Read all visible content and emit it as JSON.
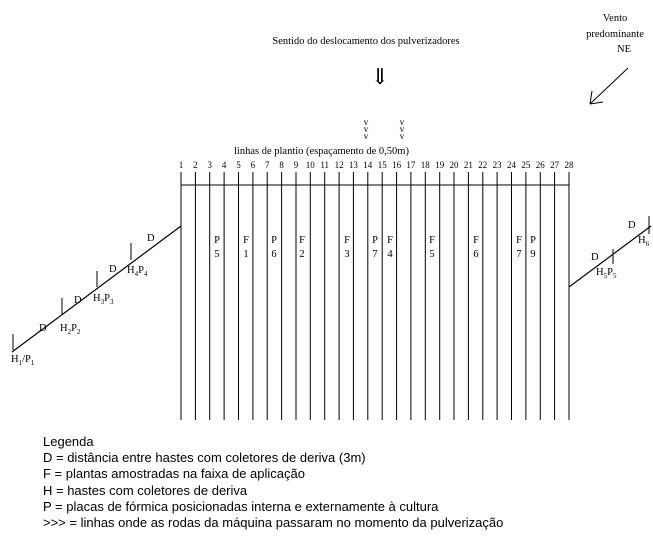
{
  "title": "Sentido do deslocamento dos pulverizadores",
  "direction_arrow": "⇓",
  "wind": {
    "line1": "Vento",
    "line2": "predominante",
    "line3": "NE"
  },
  "wheel_marker": "v",
  "rows_label": "linhas de plantio (espaçamento de 0,50m)",
  "row_numbers": [
    "1",
    "2",
    "3",
    "4",
    "5",
    "6",
    "7",
    "8",
    "9",
    "10",
    "11",
    "12",
    "13",
    "14",
    "15",
    "16",
    "17",
    "18",
    "19",
    "20",
    "21",
    "22",
    "23",
    "24",
    "25",
    "26",
    "27",
    "28"
  ],
  "plates_inside": [
    {
      "letter": "P",
      "number": "5"
    },
    {
      "letter": "P",
      "number": "6"
    },
    {
      "letter": "P",
      "number": "7"
    },
    {
      "letter": "P",
      "number": "9"
    }
  ],
  "sampled_plants": [
    {
      "letter": "F",
      "number": "1"
    },
    {
      "letter": "F",
      "number": "2"
    },
    {
      "letter": "F",
      "number": "3"
    },
    {
      "letter": "F",
      "number": "4"
    },
    {
      "letter": "F",
      "number": "5"
    },
    {
      "letter": "F",
      "number": "6"
    },
    {
      "letter": "F",
      "number": "7"
    }
  ],
  "left_side": {
    "distance_label": "D",
    "stations": [
      {
        "h": "H",
        "hsub": "1",
        "sep": "/",
        "p": "P",
        "psub": "1"
      },
      {
        "h": "H",
        "hsub": "2",
        "sep": "",
        "p": "P",
        "psub": "2"
      },
      {
        "h": "H",
        "hsub": "3",
        "sep": "",
        "p": "P",
        "psub": "3"
      },
      {
        "h": "H",
        "hsub": "4",
        "sep": "",
        "p": "P",
        "psub": "4"
      }
    ]
  },
  "right_side": {
    "distance_label": "D",
    "stations": [
      {
        "h": "H",
        "hsub": "5",
        "sep": "",
        "p": "P",
        "psub": "5"
      },
      {
        "h": "H",
        "hsub": "6",
        "sep": "",
        "p": "",
        "psub": ""
      }
    ]
  },
  "legend": {
    "title": "Legenda",
    "items": [
      "D = distância entre hastes com coletores de deriva (3m)",
      "F = plantas amostradas na faixa de aplicação",
      "H = hastes com coletores de deriva",
      "P = placas de fórmica posicionadas interna e externamente à cultura",
      ">>> = linhas onde as rodas da máquina passaram no momento da pulverização"
    ]
  }
}
